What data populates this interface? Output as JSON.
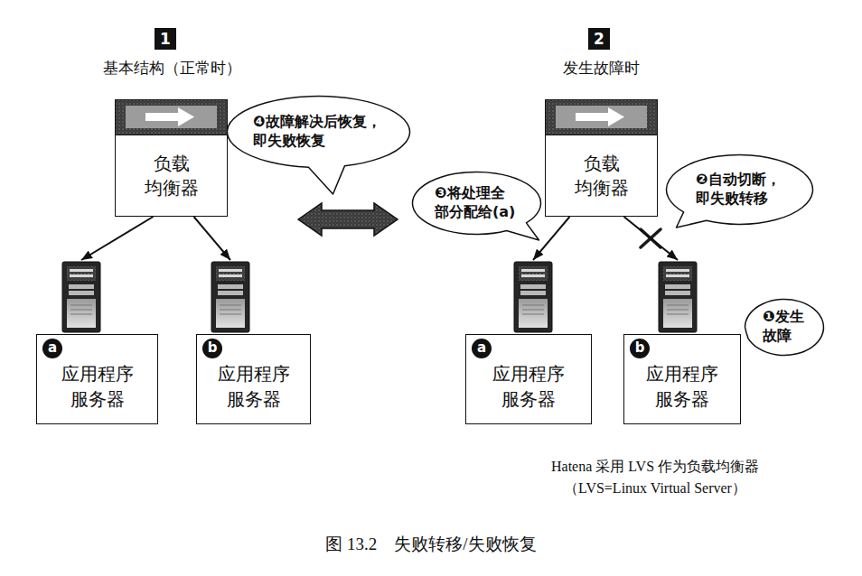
{
  "diagram": {
    "caption": "图 13.2　失败转移/失败恢复",
    "nodes": [
      {
        "text": [
          "1"
        ]
      },
      {
        "text": [
          "负载 均衡器"
        ]
      },
      {
        "text": [
          "a",
          "应用程序 服务器"
        ]
      },
      {
        "text": [
          "b",
          "应用程序 服务器"
        ]
      },
      {
        "text": [
          "❹故障解决后恢复， 即失败恢复"
        ]
      },
      {
        "text": [
          "2"
        ]
      },
      {
        "text": [
          "负载 均衡器"
        ]
      },
      {
        "text": [
          "❸将处理全 部分配给(a)"
        ]
      },
      {
        "text": [
          "❷自动切断， 即失败转移"
        ]
      },
      {
        "text": [
          "a",
          "应用程序 服务器"
        ]
      },
      {
        "text": [
          "b",
          "应用程序 服务器"
        ]
      },
      {
        "text": [
          "❶发生 故障"
        ]
      }
    ],
    "edges": [
      {
        "from": 1,
        "to": 2,
        "arrow": "to"
      },
      {
        "from": 1,
        "to": 3,
        "arrow": "to"
      },
      {
        "from": 6,
        "to": 9,
        "arrow": "to"
      },
      {
        "from": 6,
        "to": 10,
        "arrow": "to"
      }
    ],
    "labels": [
      "基本结构（正常时）",
      "发生故障时",
      "Hatena 采用 LVS 作为负载均衡器",
      "（LVS=Linux Virtual Server）"
    ]
  }
}
